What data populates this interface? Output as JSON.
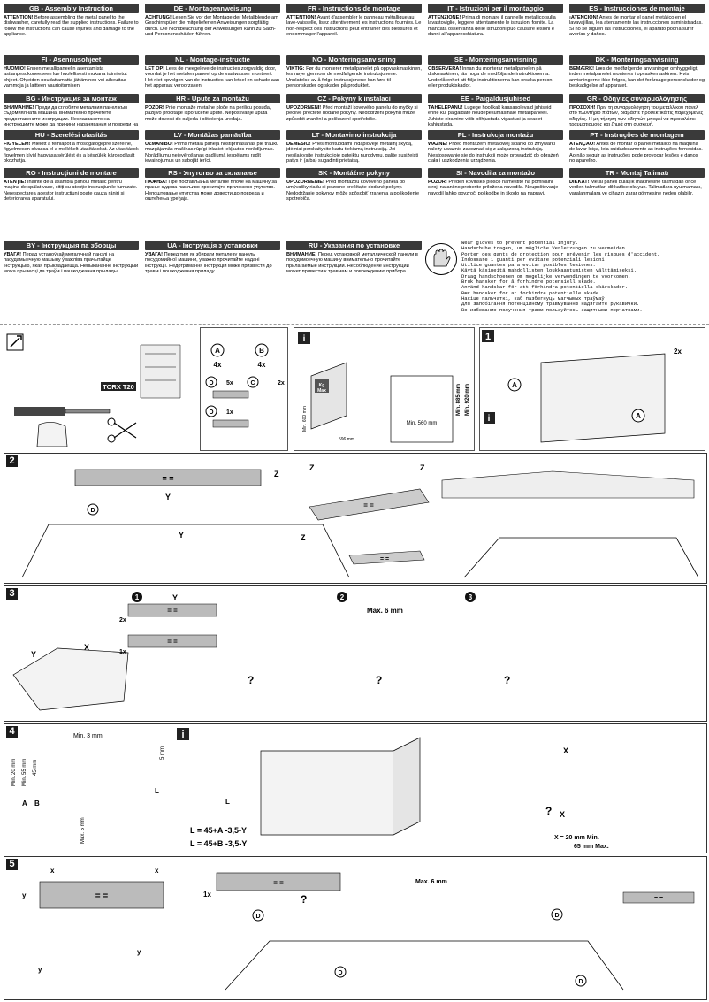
{
  "warnings": [
    {
      "title": "GB - Assembly Instruction",
      "bold": "ATTENTION!",
      "text": " Before assembling the metal panel to the dishwasher, carefully read the supplied instructions. Failure to follow the instructions can cause injuries and damage to the appliance."
    },
    {
      "title": "DE - Montageanweisung",
      "bold": "ACHTUNG!",
      "text": " Lesen Sie vor der Montage der Metallblende am Geschirrspüler die mitgelieferten Anweisungen sorgfältig durch. Die Nichtbeachtung der Anweisungen kann zu Sach- und Personenschäden führen."
    },
    {
      "title": "FR - Instructions de montage",
      "bold": "ATTENTION!",
      "text": " Avant d'assembler le panneau métallique au lave-vaisselle, lisez attentivement les instructions fournies. Le non-respect des instructions peut entraîner des blessures et endommager l'appareil."
    },
    {
      "title": "IT - Istruzioni per il montaggio",
      "bold": "ATTENZIONE!",
      "text": " Prima di montare il pannello metallico sulla lavastoviglie, leggere attentamente le istruzioni fornite. La mancata osservanza delle istruzioni può causare lesioni e danni all'apparecchiatura."
    },
    {
      "title": "ES - Instrucciones de montaje",
      "bold": "¡ATENCIÓN!",
      "text": " Antes de montar el panel metálico en el lavavajillas, lea atentamente las instrucciones suministradas. Si no se siguen las instrucciones, el aparato podría sufrir averías y daños."
    },
    {
      "title": "FI - Asennusohjeet",
      "bold": "HUOMIO!",
      "text": " Ennen metallipaneelin asentamista astianpesukoneeseen lue huolellisesti mukana toimitetut ohjeet. Ohjeiden noudattamatta jättäminen voi aiheuttaa vammoja ja laitteen vaurioitumisen."
    },
    {
      "title": "NL - Montage-instructie",
      "bold": "LET OP!",
      "text": " Lees de meegeleverde instructies zorgvuldig door, voordat je het metalen paneel op de vaatwasser monteert. Het niet opvolgen van de instructies kan letsel en schade aan het apparaat veroorzaken."
    },
    {
      "title": "NO - Monteringsanvisning",
      "bold": "VIKTIG:",
      "text": " Før du monterer metallpanelet på oppvaskmaskinen, les nøye gjennom de medfølgende instruksjonene. Unnlatelse av å følge instruksjonene kan føre til personskader og skader på produktet."
    },
    {
      "title": "SE - Monteringsanvisning",
      "bold": "OBSERVERA!",
      "text": " Innan du monterar metallpanelen på diskmaskinen, läs noga de medföljande instruktionerna. Underlåtenhet att följa instruktionerna kan orsaka person- eller produktskador."
    },
    {
      "title": "DK - Monteringsanvisning",
      "bold": "BEMÆRK!",
      "text": " Læs de medfølgende anvisninger omhyggeligt, inden metalpanelet monteres i opvaskemaskinen. Hvis anvisningerne ikke følges, kan det forårsage personskader og beskadigelse af apparatet."
    },
    {
      "title": "BG - Инструкция за монтаж",
      "bold": "ВНИМАНИЕ!",
      "text": " Преди да сглобите металния панел към съдомиялната машина, внимателно прочетете предоставените инструкции. Неспазването на инструкциите може да причини наранявания и повреди на уреда."
    },
    {
      "title": "HR - Upute za montažu",
      "bold": "POZOR!",
      "text": " Prije montaže metalne ploče na perilicu posuđa, pažljivo pročitajte isporučene upute. Nepoštivanje uputa može dovesti do ozljeda i oštećenja uređaja."
    },
    {
      "title": "CZ - Pokyny k instalaci",
      "bold": "UPOZORNĚNÍ!",
      "text": " Před montáží kovového panelu do myčky si pečlivě přečtěte dodané pokyny. Nedodržení pokynů může způsobit zranění a poškození spotřebiče."
    },
    {
      "title": "EE - Paigaldusjuhised",
      "bold": "TÄHELEPANU!",
      "text": " Lugege hoolikalt kaasasolevaid juhiseid enne kui paigaldate nõudepesumasinale metallpaneeli. Juhiste eiramine võib põhjustada vigastusi ja seadet kahjustada."
    },
    {
      "title": "GR - Οδηγίες συναρμολόγησης",
      "bold": "ΠΡΟΣΟΧΗ!",
      "text": " Πριν τη συναρμολόγηση του μεταλλικού πάνελ στο πλυντήριο πιάτων, διαβάστε προσεκτικά τις παρεχόμενες οδηγίες. Η μη τήρηση των οδηγιών μπορεί να προκαλέσει τραυματισμούς και ζημιά στη συσκευή."
    },
    {
      "title": "HU - Szerelési utasítás",
      "bold": "FIGYELEM!",
      "text": " Mielőtt a fémlapot a mosogatógépre szerelné, figyelmesen olvassa el a mellékelt utasításokat. Az utasítások figyelmen kívül hagyása sérülést és a készülék károsodását okozhatja."
    },
    {
      "title": "LV - Montāžas pamācība",
      "bold": "UZMANĪBU!",
      "text": " Pirms metāla paneļa nostiprināšanas pie trauku mazgājamās mašīnas rūpīgi izlasiet iekļautos norādījumus. Norādījumu neievērošanas gadījumā iespējams radīt ievainojumus un sabojāt ierīci."
    },
    {
      "title": "LT - Montavimo instrukcija",
      "bold": "DĖMESIO!",
      "text": " Prieš montuodami indaplovėje metalinį skydą, įdėmiai perskaitykite kartu tiekiamą instrukciją. Jei nesilaikysite instrukcijoje pateiktų nurodymų, galite susižeisti patys ir (arba) sugadinti prietaisą."
    },
    {
      "title": "PL - Instrukcja montażu",
      "bold": "WAŻNE!",
      "text": " Przed montażem metalowej ścianki do zmywarki należy uważnie zapoznać się z załączoną instrukcją. Niestosowanie się do instrukcji może prowadzić do obrażeń ciała i uszkodzenia urządzenia."
    },
    {
      "title": "PT - Instruções de montagem",
      "bold": "ATENÇÃO!",
      "text": " Antes de montar o painel metálico na máquina de lavar loiça, leia cuidadosamente as instruções fornecidas. Ao não seguir as instruções pode provocar lesões e danos no aparelho."
    },
    {
      "title": "RO - Instrucţiuni de montare",
      "bold": "ATENŢIE!",
      "text": " Înainte de a asambla panoul metalic pentru mașina de spălat vase, citiți cu atenție instrucțiunile furnizate. Nerespectarea acestor instrucțiuni poate cauza răniri și deteriorarea aparatului."
    },
    {
      "title": "RS - Упутство за склапање",
      "bold": "ПАЖЊА!",
      "text": " Пре постављања металне плоче на машину за прање судова пажљиво прочитајте приложено упутство. Непоштовање упутства може довести до повреда и оштећења уређаја."
    },
    {
      "title": "SK - Montážne pokyny",
      "bold": "UPOZORNENIE!",
      "text": " Pred montážou kovového panela do umývačky riadu si pozorne prečítajte dodané pokyny. Nedodržanie pokynov môže spôsobiť zranenia a poškodenie spotrebiča."
    },
    {
      "title": "SI - Navodila za montažo",
      "bold": "POZOR!",
      "text": " Preden kovinsko ploščo namestite na pomivalni stroj, natančno preberite priložena navodila. Neupoštevanje navodil lahko povzroči poškodbe in škodo na napravi."
    },
    {
      "title": "TR - Montaj Talimatı",
      "bold": "DİKKAT!",
      "text": " Metal paneli bulaşık makinesine takmadan önce verilen talimatları dikkatlice okuyun. Talimatlara uyulmaması, yaralanmalara ve cihazın zarar görmesine neden olabilir."
    },
    {
      "title": "BY - Інструкцыя па зборцы",
      "bold": "УВАГА!",
      "text": " Перад устаноўкай металічнай панэлі на пасудамыечную машыну ўважліва прачытайце інструкцыю, якая прыкладаецца. Невыкананне інструкцый можа прывесці да траўм і пашкоджання прылады."
    },
    {
      "title": "UA - Інструкція з установки",
      "bold": "УВАГА!",
      "text": " Перед тим як збирати металеву панель посудомийної машини, уважно прочитайте надані інструкції. Недотримання інструкцій може призвести до травм і пошкодження приладу."
    },
    {
      "title": "RU - Указания по установке",
      "bold": "ВНИМАНИЕ!",
      "text": " Перед установкой металлической панели в посудомоечную машину внимательно прочитайте прилагаемые инструкции. Несоблюдение инструкций может привести к травмам и повреждению прибора."
    }
  ],
  "glove_lines": [
    "Wear gloves to prevent potential injury.",
    "Handschuhe tragen, um mögliche Verletzungen zu vermeiden.",
    "Porter des gants de protection pour prévenir les risques d'accident.",
    "Indossare i guanti per evitare potenziali lesioni.",
    "Utilice guantes para evitar posibles lesiones.",
    "Käytä käsineitä mahdollisten loukkaantumisten välttämiseksi.",
    "Draag handschoenen om mogelijke verwondingen te voorkomen.",
    "Bruk hansker for å forhindre potensiell skade.",
    "Använd handskar för att förhindra potentiella skärskador.",
    "Bær handsker for at forhindre potentielle skade.",
    "Насіце пальчаткі, каб пазбегнуць магчымых траўмаў.",
    "Для запобігання потенційному травмуванню надягайте рукавички.",
    "Во избежание получения травм пользуйтесь защитными перчатками."
  ],
  "step1": {
    "torx": "TORX T20",
    "a_qty": "4x",
    "b_qty": "4x",
    "d5_qty": "5x",
    "d1_qty": "1x",
    "c_qty": "2x",
    "x2": "2x",
    "kg": "Kg",
    "max": "Max",
    "dims": [
      "Min. 560 mm",
      "Min. 885 mm",
      "Min. 920 mm",
      "Min. 560 mm",
      "596 mm",
      "Min. 600 mm",
      "Min. 600 mm"
    ]
  },
  "step3": {
    "y": "Y",
    "x": "X",
    "max6": "Max. 6 mm",
    "n1": "1",
    "n2": "2",
    "n3": "3",
    "q": "?",
    "q2x": "2x",
    "q1x": "1x"
  },
  "step4": {
    "min3": "Min. 3 mm",
    "min20": "Min. 20 mm",
    "min55": "Min. 55 mm",
    "mm45": "45 mm",
    "mm5": "5 mm",
    "max5": "Max. 5 mm",
    "a": "A",
    "b": "B",
    "l": "L",
    "formula1": "L = 45+A -3,5-Y",
    "formula2": "L = 45+B -3,5-Y",
    "xmin": "X = 20 mm Min.",
    "xmax": "65 mm Max."
  },
  "labels": {
    "A": "A",
    "B": "B",
    "C": "C",
    "D": "D",
    "X": "X",
    "Y": "Y",
    "Z": "Z",
    "eq": "= ="
  },
  "steps": [
    "1",
    "2",
    "3",
    "4",
    "5"
  ],
  "info": "i",
  "max6": "Max. 6 mm",
  "one_x": "1x"
}
